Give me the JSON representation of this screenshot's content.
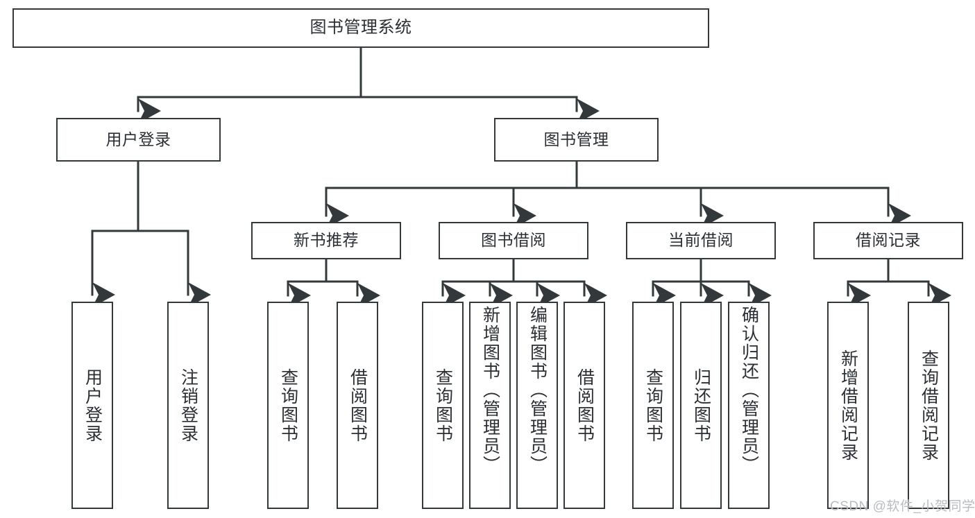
{
  "diagram": {
    "title": "图书管理系统",
    "type": "tree-hierarchy",
    "colors": {
      "background": "#ffffff",
      "box_border": "#33383b",
      "connector": "#33383b",
      "text": "#2b2f33",
      "watermark": "#b9bcc0"
    },
    "root": {
      "label": "图书管理系统"
    },
    "level2": [
      {
        "label": "用户登录"
      },
      {
        "label": "图书管理"
      }
    ],
    "level3": [
      {
        "label": "新书推荐"
      },
      {
        "label": "图书借阅"
      },
      {
        "label": "当前借阅"
      },
      {
        "label": "借阅记录"
      }
    ],
    "leaves": {
      "user_login": [
        {
          "label": "用户登录"
        },
        {
          "label": "注销登录"
        }
      ],
      "new_book_recommend": [
        {
          "label": "查询图书"
        },
        {
          "label": "借阅图书"
        }
      ],
      "book_borrow": [
        {
          "label": "查询图书"
        },
        {
          "label": "新增图书（管理员）"
        },
        {
          "label": "编辑图书（管理员）"
        },
        {
          "label": "借阅图书"
        }
      ],
      "current_borrow": [
        {
          "label": "查询图书"
        },
        {
          "label": "归还图书"
        },
        {
          "label": "确认归还（管理员）"
        }
      ],
      "borrow_record": [
        {
          "label": "新增借阅记录"
        },
        {
          "label": "查询借阅记录"
        }
      ]
    }
  },
  "watermark": {
    "text": "CSDN @软件_小贺同学"
  }
}
